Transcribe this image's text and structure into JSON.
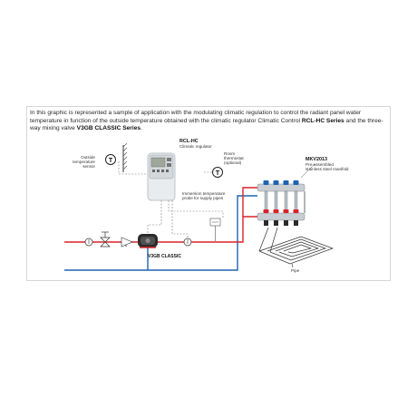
{
  "description": {
    "part1": "In this graphic is represented a sample of application with the modulating climatic regulation to control the radiant panel water temperature in function of the outside temperature obtained with the climatic regulator Climatic Control ",
    "bold1": "RCL-HC Series",
    "part2": " and the three-way mixing valve ",
    "bold2": "V3GB CLASSIC Series",
    "part3": "."
  },
  "labels": {
    "rcl_title": "RCL-HC",
    "rcl_sub": "Climatic regulator",
    "outside_1": "Outside",
    "outside_2": "temperature",
    "outside_3": "sensor",
    "room_1": "Room",
    "room_2": "thermostat",
    "room_3": "(optional)",
    "immersion_1": "Immersion temperature",
    "immersion_2": "probe for supply pipes",
    "valve": "V3GB CLASSIC",
    "manifold_title": "MKV2013",
    "manifold_sub1": "Pre-assembled",
    "manifold_sub2": "stainless steel manifold",
    "pipe": "Pipe",
    "sensor_symbol": "T"
  },
  "colors": {
    "supply": "#d9232a",
    "return": "#1f63b0",
    "wire": "#7a7a7a"
  }
}
